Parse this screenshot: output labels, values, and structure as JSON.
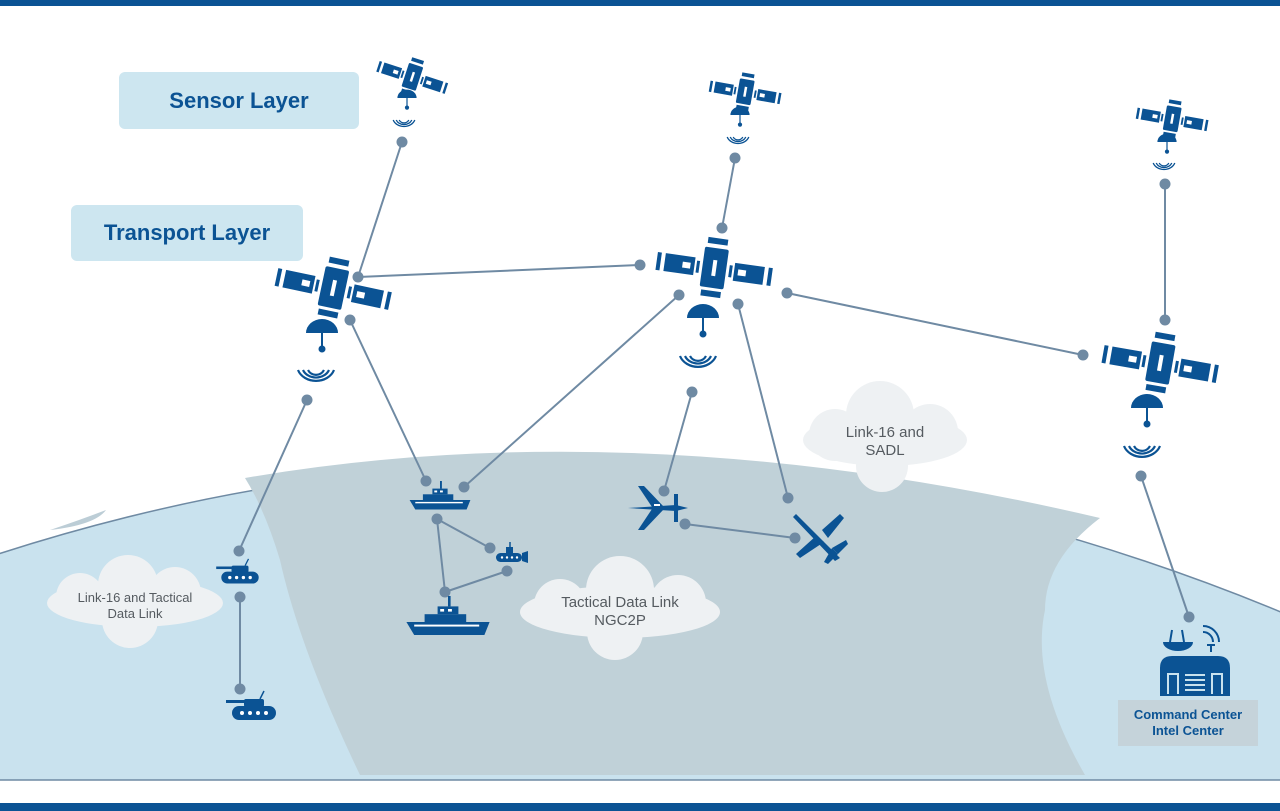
{
  "layers": {
    "sensor": "Sensor Layer",
    "transport": "Transport Layer"
  },
  "clouds": [
    {
      "line1": "Link-16 and Tactical",
      "line2": "Data Link"
    },
    {
      "line1": "Tactical Data Link",
      "line2": "NGC2P"
    },
    {
      "line1": "Link-16 and",
      "line2": "SADL"
    }
  ],
  "command_center": {
    "line1": "Command Center",
    "line2": "Intel Center"
  },
  "colors": {
    "brand_blue": "#0b5394",
    "link_gray": "#6f8aa3",
    "label_bg": "#cde6f0",
    "earth_light": "#c9e2ee",
    "earth_dark": "#c0d1d8",
    "cloud": "#eef1f3"
  },
  "nodes": [
    {
      "id": "sensor-sat-1",
      "type": "satellite",
      "layer": "sensor"
    },
    {
      "id": "sensor-sat-2",
      "type": "satellite",
      "layer": "sensor"
    },
    {
      "id": "sensor-sat-3",
      "type": "satellite",
      "layer": "sensor"
    },
    {
      "id": "transport-sat-1",
      "type": "satellite",
      "layer": "transport"
    },
    {
      "id": "transport-sat-2",
      "type": "satellite",
      "layer": "transport"
    },
    {
      "id": "transport-sat-3",
      "type": "satellite",
      "layer": "transport"
    },
    {
      "id": "tank-1",
      "type": "tank"
    },
    {
      "id": "tank-2",
      "type": "tank"
    },
    {
      "id": "ship-1",
      "type": "ship"
    },
    {
      "id": "submarine",
      "type": "submarine"
    },
    {
      "id": "ship-2",
      "type": "ship"
    },
    {
      "id": "drone",
      "type": "uav"
    },
    {
      "id": "fighter-jet",
      "type": "jet"
    },
    {
      "id": "command-center",
      "type": "building"
    }
  ],
  "links": [
    [
      "sensor-sat-1",
      "transport-sat-1"
    ],
    [
      "sensor-sat-2",
      "transport-sat-2"
    ],
    [
      "sensor-sat-3",
      "transport-sat-3"
    ],
    [
      "transport-sat-1",
      "transport-sat-2"
    ],
    [
      "transport-sat-2",
      "transport-sat-3"
    ],
    [
      "transport-sat-1",
      "tank-1"
    ],
    [
      "transport-sat-1",
      "ship-1"
    ],
    [
      "transport-sat-2",
      "ship-1"
    ],
    [
      "transport-sat-2",
      "drone"
    ],
    [
      "transport-sat-2",
      "fighter-jet"
    ],
    [
      "tank-1",
      "tank-2"
    ],
    [
      "ship-1",
      "submarine"
    ],
    [
      "ship-1",
      "ship-2"
    ],
    [
      "submarine",
      "ship-2"
    ],
    [
      "drone",
      "fighter-jet"
    ],
    [
      "transport-sat-3",
      "command-center"
    ]
  ]
}
